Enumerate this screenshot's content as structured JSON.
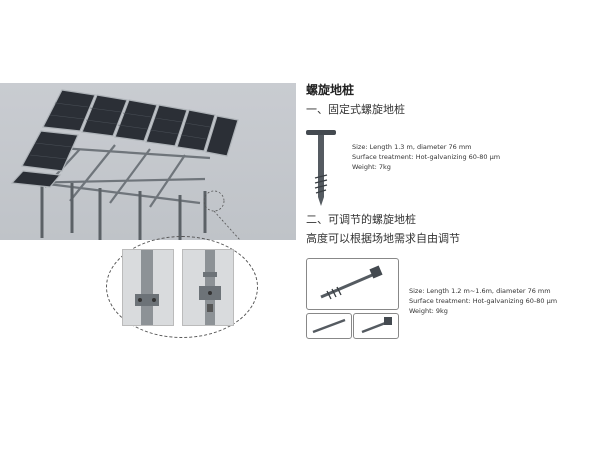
{
  "product_title": "螺旋地桩",
  "section_fixed": {
    "heading": "一、固定式螺旋地桩",
    "specs": [
      "Size: Length 1.3 m, diameter 76 mm",
      "Surface treatment: Hot-galvanizing 60-80 μm",
      "Weight: 7kg"
    ]
  },
  "section_adjustable": {
    "heading": "二、可调节的螺旋地桩",
    "subheading": "高度可以根据场地需求自由调节",
    "specs": [
      "Size: Length 1.2 m~1.6m, diameter 76 mm",
      "Surface treatment: Hot-galvanizing 60-80 μm",
      "Weight: 9kg"
    ]
  },
  "colors": {
    "panel_cell": "#2b2f36",
    "frame": "#aeb3b8",
    "steel": "#8d9296",
    "pile": "#444a50"
  }
}
